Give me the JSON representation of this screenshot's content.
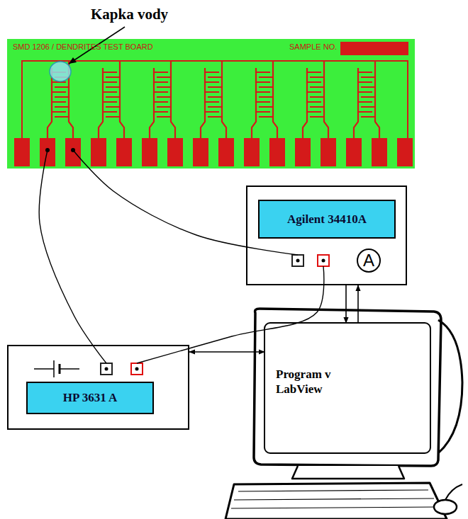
{
  "diagram": {
    "nodes": [
      {
        "text": [
          "SMD 1206 / DENDRITES TEST BOARD",
          "SAMPLE NO."
        ]
      },
      {
        "text": [
          "Agilent 34410A"
        ]
      },
      {
        "text": [
          "A"
        ],
        "in": 1
      },
      {
        "text": [
          "HP 3631 A"
        ]
      },
      {
        "text": [
          "Program v LabView"
        ]
      }
    ],
    "edges": [
      {
        "from": 0,
        "to": 3,
        "arrow": "none"
      },
      {
        "from": 0,
        "to": 1,
        "arrow": "none"
      },
      {
        "from": 1,
        "to": 3,
        "arrow": "none"
      },
      {
        "from": 1,
        "to": 4,
        "arrow": "to"
      },
      {
        "from": 4,
        "to": 1,
        "arrow": "to"
      },
      {
        "from": 3,
        "to": 4,
        "arrow": "both"
      }
    ],
    "labels": [
      "Kapka vody"
    ]
  }
}
